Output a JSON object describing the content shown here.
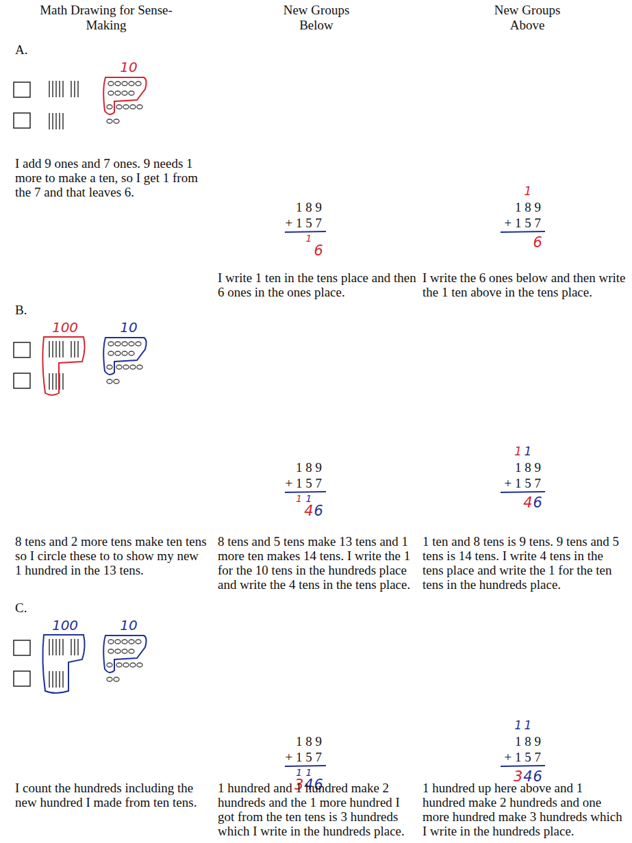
{
  "diagram": {
    "labels": [
      "Math Drawing for Sense-Making",
      "New Groups Below",
      "New Groups Above",
      "A.",
      "10",
      "I add 9 ones and 7 ones. 9 needs 1 more to make a ten, so I get 1 from the 7 and that leaves 6.",
      "1 8 9",
      "+ 1 5 7",
      "1",
      "6",
      "I write 1 ten in the tens place and then 6 ones in the ones place.",
      "1",
      "1 8 9",
      "+ 1 5 7",
      "6",
      "I write the 6 ones below and then write the 1 ten above in the tens place.",
      "B.",
      "100",
      "10",
      "8 tens and 2 more tens make ten tens so I circle these to to show my new 1 hundred in the 13 tens.",
      "1 8 9",
      "+ 1 5 7",
      "1",
      "1",
      "4",
      "6",
      "8 tens and 5 tens make 13 tens and 1 more ten makes 14 tens. I write the 1 for the 10 tens in the hundreds place and write the 4 tens in the tens place.",
      "1",
      "1",
      "1 8 9",
      "+ 1 5 7",
      "4",
      "6",
      "1 ten and 8 tens is 9 tens. 9 tens and 5 tens is 14 tens. I write 4 tens in the tens place and write the 1 for the ten tens in the hundreds place.",
      "C.",
      "100",
      "10",
      "I count the hundreds including the new hundred I made from ten tens.",
      "1 8 9",
      "+ 1 5 7",
      "1",
      "1",
      "3",
      "4",
      "6",
      "1 hundred and 1 hundred make 2 hundreds and the 1 more hundred I got from the ten tens is 3 hundreds which I write in the hundreds place.",
      "1",
      "1",
      "1 8 9",
      "+ 1 5 7",
      "3",
      "4",
      "6",
      "1 hundred up here above and 1 hundred make 2 hundreds and one more hundred make 3 hundreds which I write in the hundreds place."
    ]
  }
}
